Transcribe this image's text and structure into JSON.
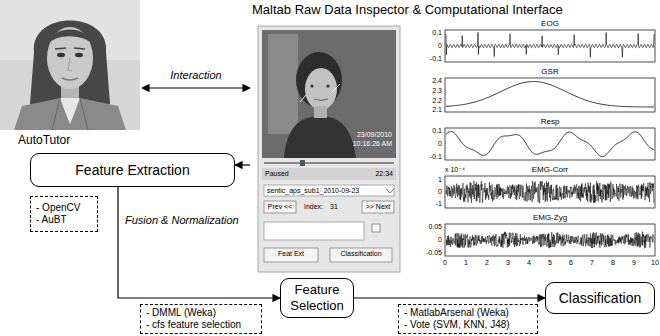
{
  "diagram": {
    "nodes": [
      {
        "text": [
          "AutoTutor"
        ]
      },
      {
        "text": [
          "Maltab Raw Data Inspector & Computational Interface"
        ]
      },
      {
        "text": [
          "Feature Extraction"
        ]
      },
      {
        "text": [
          "- OpenCV",
          "- AuBT"
        ]
      },
      {
        "text": [
          "Feature Selection"
        ]
      },
      {
        "text": [
          "- DMML (Weka)",
          "- cfs feature selection"
        ]
      },
      {
        "text": [
          "Classification"
        ]
      },
      {
        "text": [
          "- MatlabArsenal (Weka)",
          "- Vote (SVM, KNN, J48)"
        ]
      }
    ],
    "edges": [
      {
        "from": 0,
        "to": 1,
        "label": "Interaction",
        "arrow": "both"
      },
      {
        "from": 1,
        "to": 2,
        "arrow": "to"
      },
      {
        "from": 2,
        "to": 4,
        "label": "Fusion & Normalization",
        "arrow": "to"
      },
      {
        "from": 4,
        "to": 6,
        "arrow": "to"
      }
    ],
    "labels": [
      "23/09/2010",
      "10:16:26 AM",
      "Paused",
      "22:34",
      "sentic_aps_sub1_2010-09-23",
      "Prev <<",
      "Index:",
      "31",
      ">> Next",
      "Feat Ext",
      "Classification",
      "EOG",
      "0.1",
      "0",
      "-0.1",
      "GSR",
      "2.4",
      "2.3",
      "2.2",
      "2.1",
      "Resp",
      "0.1",
      "0",
      "-0.1",
      "x 10⁻⁴",
      "EMG-Corr",
      "1",
      "0",
      "-1",
      "EMG-Zyg",
      "0.05",
      "0",
      "-0.05",
      "0",
      "1",
      "2",
      "3",
      "4",
      "5",
      "6",
      "7",
      "8",
      "9",
      "10"
    ]
  }
}
